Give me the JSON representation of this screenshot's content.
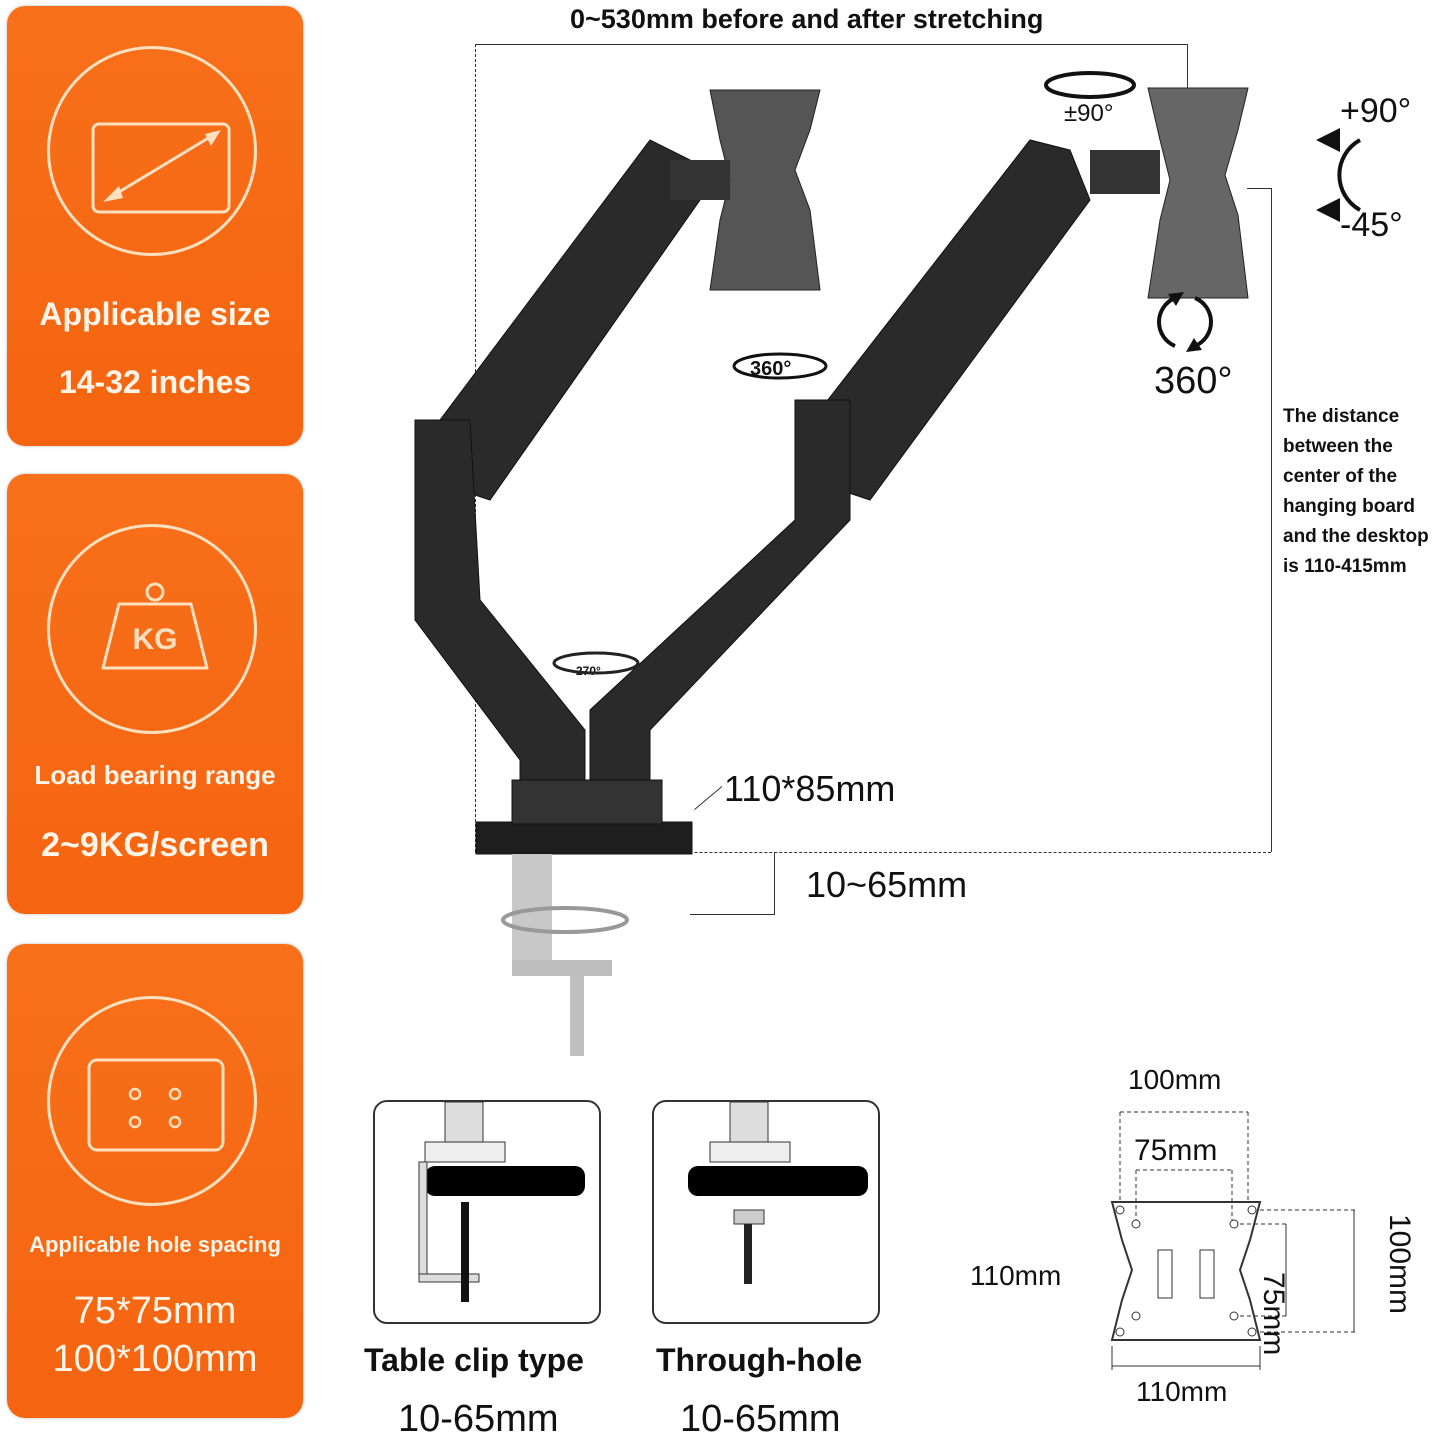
{
  "panels": [
    {
      "icon": "screen-diagonal-icon",
      "label": "Applicable size",
      "value": "14-32 inches"
    },
    {
      "icon": "kg-weight-icon",
      "icon_text": "KG",
      "label": "Load bearing range",
      "value": "2~9KG/screen"
    },
    {
      "icon": "vesa-holes-icon",
      "label": "Applicable hole spacing",
      "value_lines": [
        "75*75mm",
        "100*100mm"
      ]
    }
  ],
  "diagram": {
    "top_label": "0~530mm before and after stretching",
    "swivel_top": "±90°",
    "tilt_plus": "+90°",
    "tilt_minus": "-45°",
    "rotate": "360°",
    "arm_swivel": "360°",
    "base_swivel": "270°",
    "height_note": "The distance between the center of the hanging board and the desktop is 110-415mm",
    "base_size": "110*85mm",
    "clamp_range": "10~65mm"
  },
  "mount_types": [
    {
      "label": "Table clip type",
      "range": "10-65mm"
    },
    {
      "label": "Through-hole",
      "range": "10-65mm"
    }
  ],
  "vesa_plate": {
    "top_outer": "100mm",
    "top_inner": "75mm",
    "left": "110mm",
    "bottom": "110mm",
    "right_inner": "75mm",
    "right_outer": "100mm"
  },
  "colors": {
    "accent": "#f66a14",
    "arm": "#2a2a2a"
  }
}
